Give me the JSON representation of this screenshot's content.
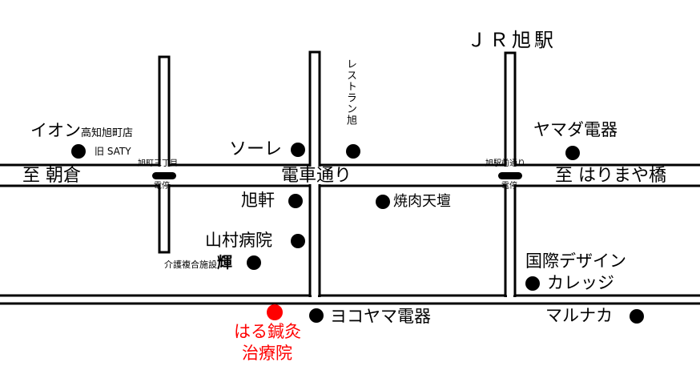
{
  "colors": {
    "road_outline": "#000000",
    "road_fill": "#ffffff",
    "marker": "#000000",
    "clinic": "#ff0000"
  },
  "station": {
    "label": "ＪＲ旭駅"
  },
  "roads": {
    "main_street": "電車通り",
    "to_west": "至 朝倉",
    "to_east": "至 はりまや橋"
  },
  "tram_stops": [
    {
      "name": "旭町三丁目",
      "label": "電停"
    },
    {
      "name": "旭駅前通り",
      "label": "電停"
    }
  ],
  "places": {
    "aeon": {
      "name": "イオン",
      "suffix": "高知旭町店",
      "former": "旧 SATY"
    },
    "restaurant": "レストラン旭",
    "yamada": "ヤマダ電器",
    "sole": "ソーレ",
    "kyokuken": "旭軒",
    "yakiniku": "焼肉天壇",
    "yamamura": "山村病院",
    "kaigo": {
      "prefix": "介護複合施設",
      "name": "輝"
    },
    "college": {
      "line1": "国際デザイン",
      "line2": "カレッジ"
    },
    "marunaka": "マルナカ",
    "yokoyama": "ヨコヤマ電器"
  },
  "clinic": {
    "line1": "はる鍼灸",
    "line2": "治療院"
  }
}
